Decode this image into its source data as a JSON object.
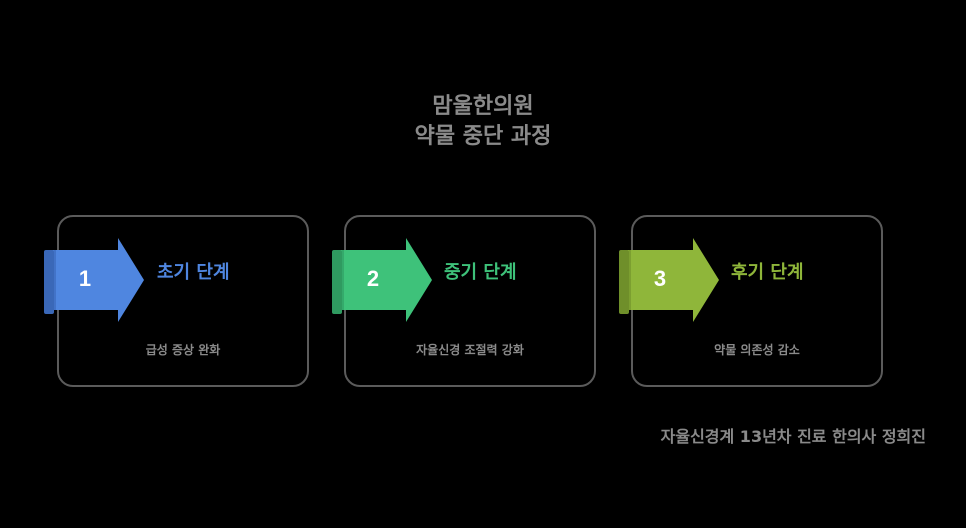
{
  "title": {
    "line1": "맘울한의원",
    "line2": "약물 중단 과정"
  },
  "stages": [
    {
      "number": "1",
      "title": "초기 단계",
      "description": "급성 증상 완화",
      "color": "#4f86e0",
      "dark_color": "#3a68b8"
    },
    {
      "number": "2",
      "title": "중기 단계",
      "description": "자율신경 조절력 강화",
      "color": "#3ec27a",
      "dark_color": "#2f9a60"
    },
    {
      "number": "3",
      "title": "후기 단계",
      "description": "약물 의존성 감소",
      "color": "#8fb63a",
      "dark_color": "#6f8f2a"
    }
  ],
  "footer": {
    "note": "자율신경계 13년차 진료 한의사 정희진"
  },
  "colors": {
    "background": "#000000",
    "card_border": "#5b5b5b",
    "muted_text": "#8a8a8a"
  }
}
